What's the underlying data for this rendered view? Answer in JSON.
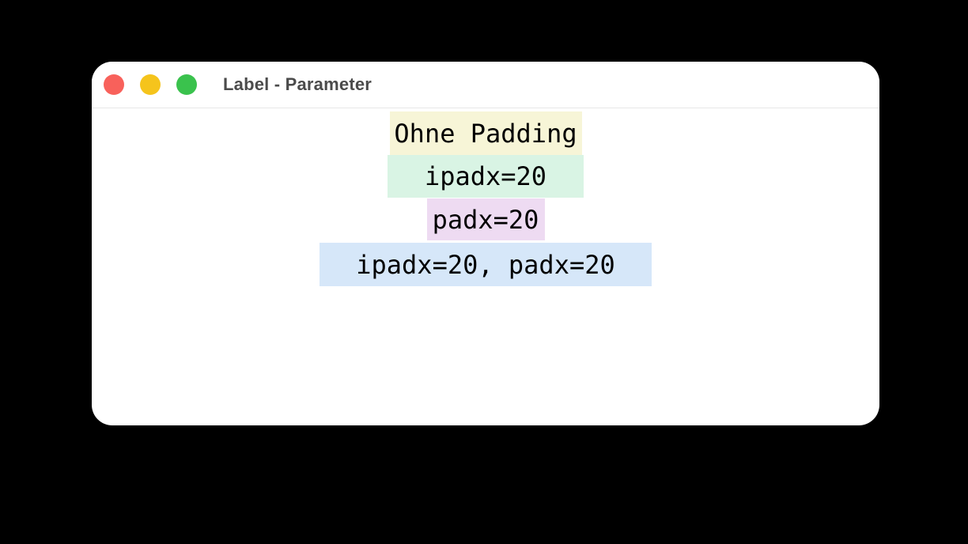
{
  "window": {
    "title": "Label - Parameter",
    "traffic_lights": {
      "close": {
        "label": "close-button",
        "color": "#f8615b"
      },
      "minimize": {
        "label": "minimize-button",
        "color": "#f5c41c"
      },
      "zoom": {
        "label": "zoom-button",
        "color": "#3ac24d"
      }
    },
    "colors": {
      "titlebar_bg": "#ffffff",
      "divider": "#e7e7e7",
      "title_text": "#4b4b4b",
      "content_bg": "#ffffff",
      "desktop_bg": "#000000"
    }
  },
  "labels": [
    {
      "text": "Ohne Padding",
      "bg": "#f7f5d7"
    },
    {
      "text": "ipadx=20",
      "bg": "#d9f4e4"
    },
    {
      "text": "padx=20",
      "bg": "#eedbf2"
    },
    {
      "text": "ipadx=20, padx=20",
      "bg": "#d6e7f9"
    }
  ]
}
